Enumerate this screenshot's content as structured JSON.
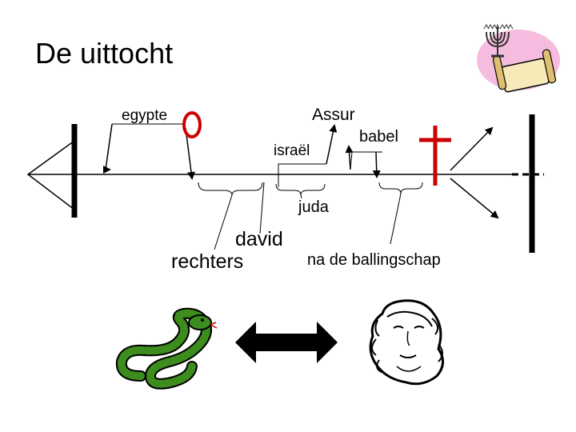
{
  "slide": {
    "title": "De uittocht"
  },
  "labels": {
    "egypte": "egypte",
    "assur": "Assur",
    "babel": "babel",
    "israel": "israël",
    "juda": "juda",
    "david": "david",
    "rechters": "rechters",
    "na_ballingschap": "na de ballingschap"
  },
  "colors": {
    "line": "#000000",
    "accent_red": "#cc0000",
    "snake_green": "#3d8c1e",
    "scroll_pink": "#f2a6d6",
    "scroll_paper": "#f7e9b8"
  },
  "icons": [
    "menorah-scroll-icon",
    "snake-icon",
    "double-arrow-icon",
    "woman-face-icon"
  ]
}
